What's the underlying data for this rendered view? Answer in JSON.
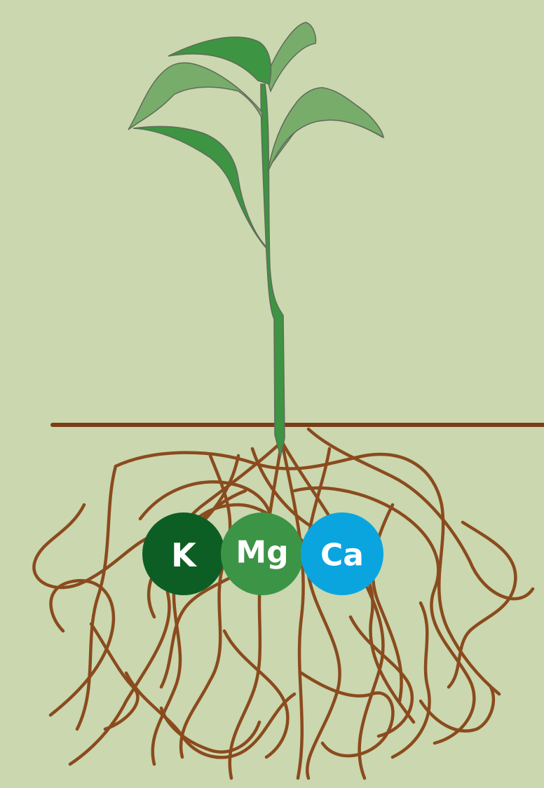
{
  "colors": {
    "background": "#cbd7ae",
    "soil_line": "#7a3e16",
    "roots": "#8a4b1e",
    "stem": "#3d9442",
    "leaf_dark": "#3d9442",
    "leaf_light": "#78ac6b",
    "outline": "#5f6b5a"
  },
  "nutrients": [
    {
      "symbol": "K",
      "color": "#0d5e24"
    },
    {
      "symbol": "Mg",
      "color": "#3c9446"
    },
    {
      "symbol": "Ca",
      "color": "#0aa5df"
    }
  ]
}
